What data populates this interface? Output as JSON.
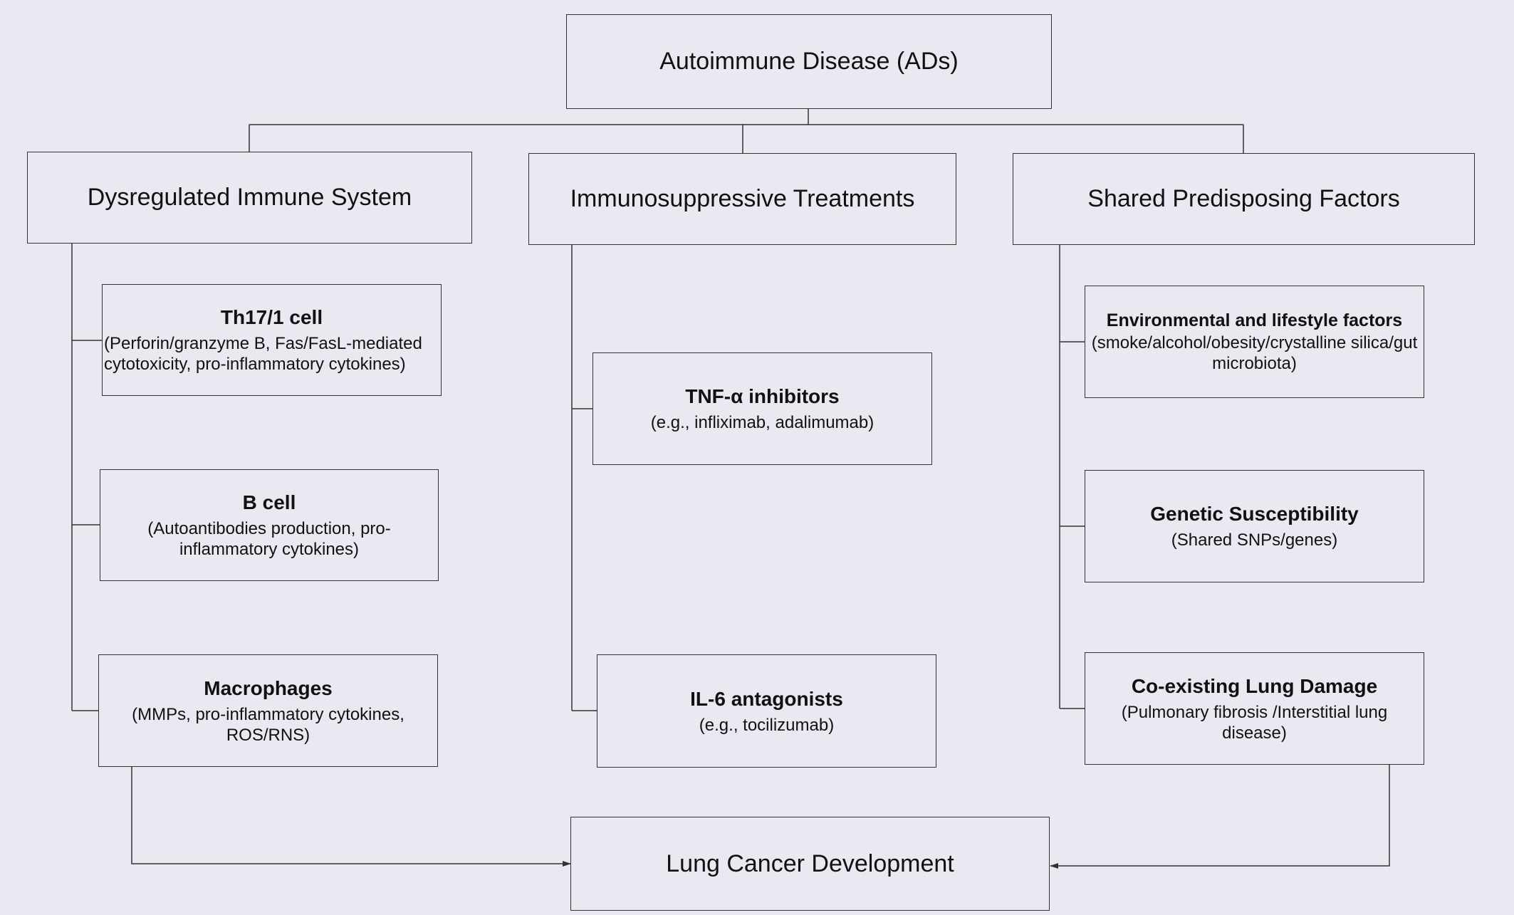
{
  "root": {
    "label": "Autoimmune Disease (ADs)"
  },
  "categories": [
    {
      "label": "Dysregulated Immune System"
    },
    {
      "label": "Immunosuppressive Treatments"
    },
    {
      "label": "Shared Predisposing Factors"
    }
  ],
  "immune": [
    {
      "title": "Th17/1 cell",
      "desc": "(Perforin/granzyme B, Fas/FasL-mediated cytotoxicity, pro-inflammatory cytokines)"
    },
    {
      "title": "B cell",
      "desc": "(Autoantibodies production, pro-inflammatory cytokines)"
    },
    {
      "title": "Macrophages",
      "desc": "(MMPs, pro-inflammatory cytokines, ROS/RNS)"
    }
  ],
  "treatments": [
    {
      "title": "TNF-α inhibitors",
      "desc": "(e.g., infliximab, adalimumab)"
    },
    {
      "title": "IL-6 antagonists",
      "desc": "(e.g., tocilizumab)"
    }
  ],
  "factors": [
    {
      "title": "Environmental and lifestyle factors",
      "desc": "(smoke/alcohol/obesity/crystalline silica/gut microbiota)"
    },
    {
      "title": "Genetic Susceptibility",
      "desc": "(Shared SNPs/genes)"
    },
    {
      "title": "Co-existing Lung Damage",
      "desc": "(Pulmonary fibrosis /Interstitial lung disease)"
    }
  ],
  "outcome": {
    "label": "Lung Cancer Development"
  }
}
